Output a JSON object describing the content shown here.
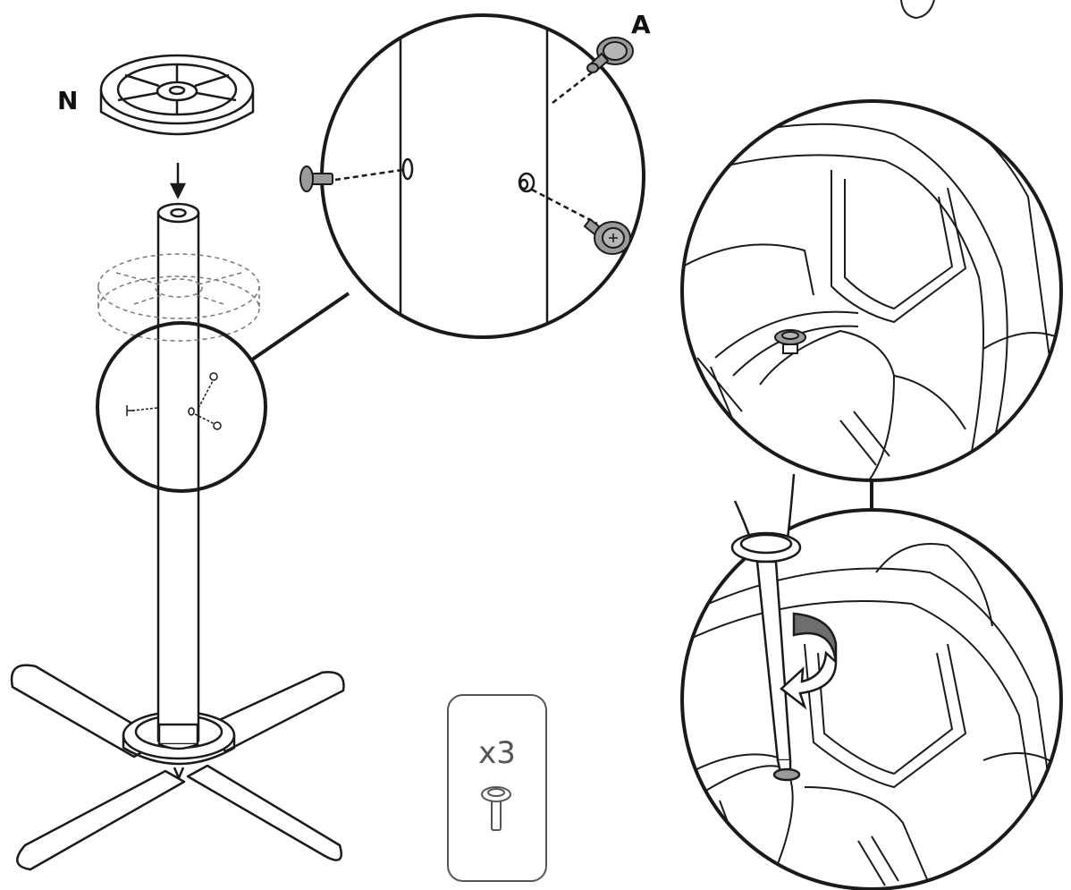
{
  "labels": {
    "part_n": "N",
    "part_a": "A"
  },
  "quantity": {
    "count": "x3",
    "icon": "screw-icon"
  },
  "colors": {
    "line": "#1a1a1a",
    "screw_fill": "#9a9a9a",
    "arrow_fill": "#6e6e6e"
  }
}
